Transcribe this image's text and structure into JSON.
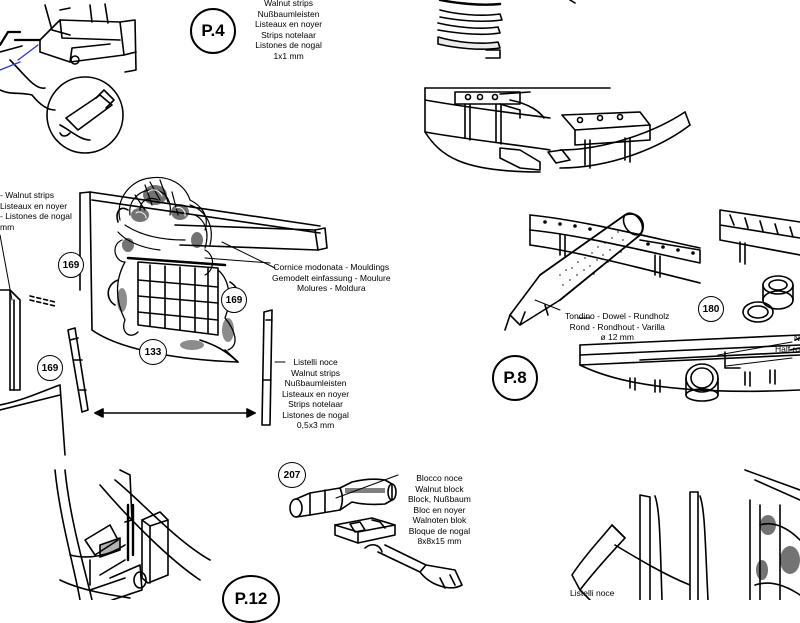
{
  "steps": {
    "p4": "P.4",
    "p8": "P.8",
    "p12": "P.12"
  },
  "parts": {
    "n169a": "169",
    "n169b": "169",
    "n169c": "169",
    "n133": "133",
    "n180": "180",
    "n207": "207"
  },
  "labels": {
    "walnut_strips_1mm": [
      "Walnut strips",
      "Nußbaumleisten",
      "Listeaux en noyer",
      "Strips notelaar",
      "Listones de nogal",
      "1x1 mm"
    ],
    "walnut_strips_left": [
      "- Walnut strips",
      "Listeaux en noyer",
      "- Listones de nogal",
      "mm"
    ],
    "moulding": [
      "Cornice modonata - Mouldings",
      "Gemodelt einfassung - Moulure",
      "Molures - Moldura"
    ],
    "walnut_strips_05x3": [
      "Listelli noce",
      "Walnut strips",
      "Nußbaumleisten",
      "Listeaux en noyer",
      "Strips notelaar",
      "Listones de nogal",
      "0,5x3 mm"
    ],
    "dowel": [
      "Tondino - Dowel - Rundholz",
      "Rond - Rondhout - Varilla",
      "ø 12 mm"
    ],
    "right_edge": [
      "N",
      "Half ro"
    ],
    "walnut_block": [
      "Blocco noce",
      "Walnut block",
      "Block, Nußbaum",
      "Bloc en noyer",
      "Walnoten blok",
      "Bloque de nogal",
      "8x8x15 mm"
    ],
    "listelli_bottom": [
      "Listelli noce"
    ]
  }
}
